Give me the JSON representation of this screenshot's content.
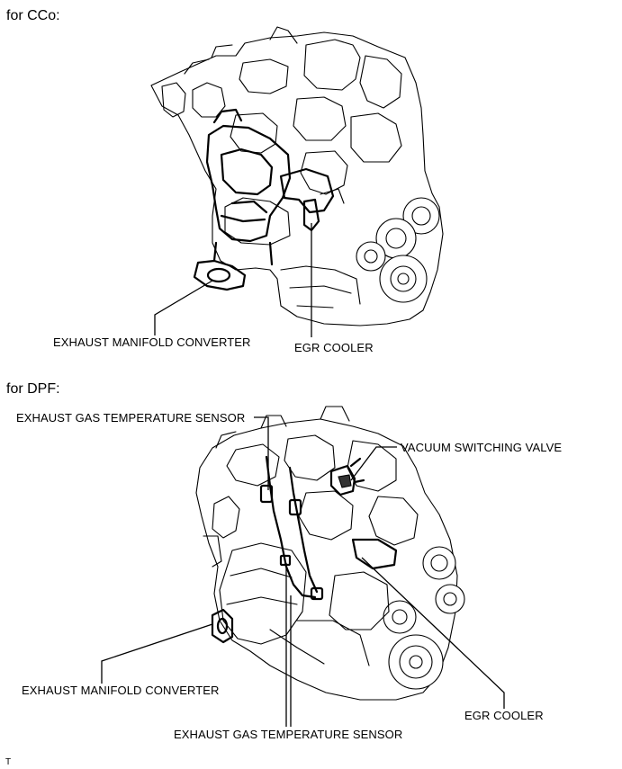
{
  "sections": {
    "cco": {
      "heading": "for CCo:",
      "labels": {
        "exhaust_manifold_converter": "EXHAUST MANIFOLD CONVERTER",
        "egr_cooler": "EGR COOLER"
      }
    },
    "dpf": {
      "heading": "for DPF:",
      "labels": {
        "exhaust_gas_temp_sensor_top": "EXHAUST GAS TEMPERATURE SENSOR",
        "vacuum_switching_valve": "VACUUM SWITCHING VALVE",
        "exhaust_manifold_converter": "EXHAUST MANIFOLD CONVERTER",
        "egr_cooler": "EGR COOLER",
        "exhaust_gas_temp_sensor_bottom": "EXHAUST GAS TEMPERATURE SENSOR"
      }
    }
  },
  "footer_mark": "T"
}
